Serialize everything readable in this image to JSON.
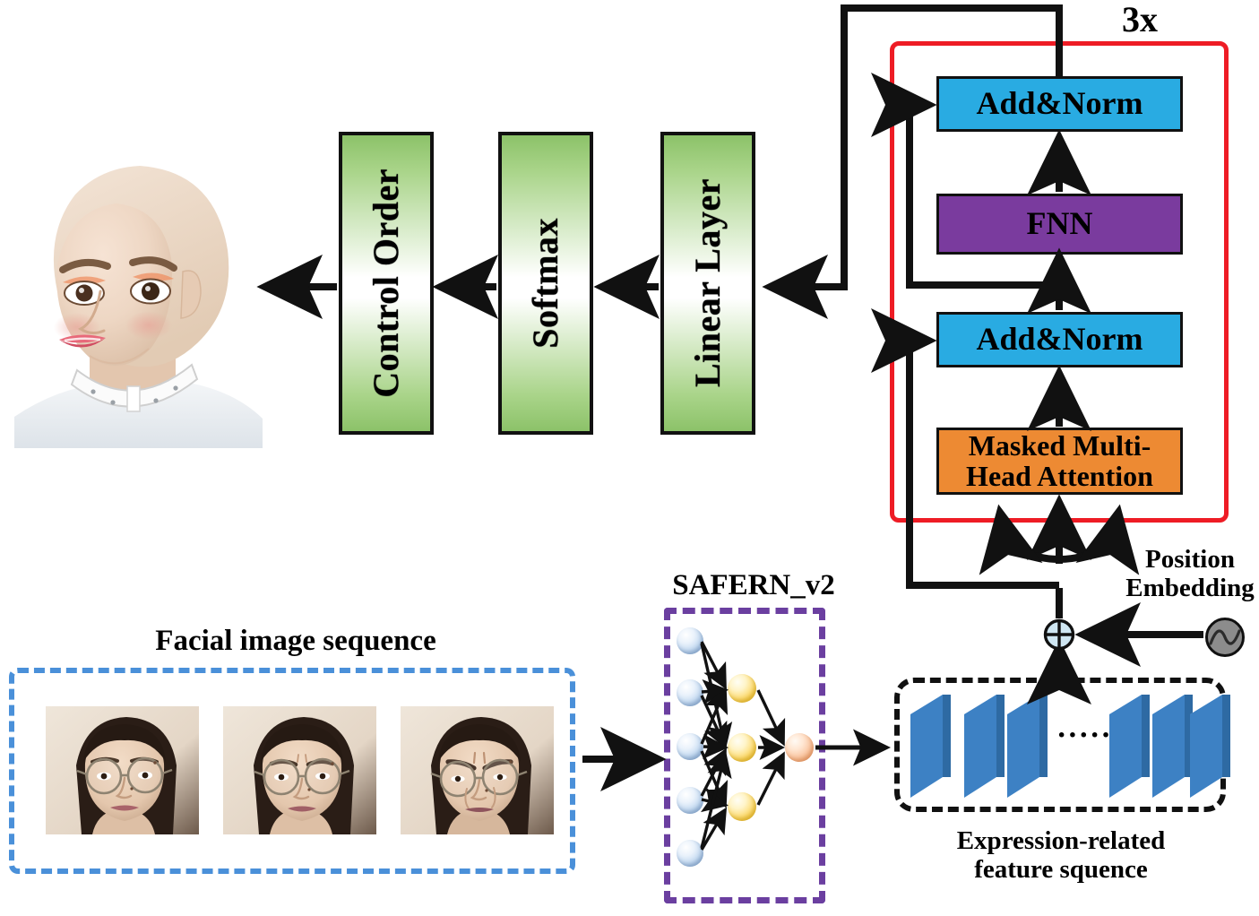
{
  "diagram": {
    "title": "SAFERN_v2 facial-expression-driven transformer control architecture",
    "repeat_label": "3x"
  },
  "pipeline_boxes": [
    {
      "id": "control-order",
      "label": "Control Order",
      "color": "#8cc269"
    },
    {
      "id": "softmax",
      "label": "Softmax",
      "color": "#8cc269"
    },
    {
      "id": "linear-layer",
      "label": "Linear Layer",
      "color": "#8cc269"
    }
  ],
  "transformer": {
    "repeat_label": "3x",
    "frame_color": "#ee1c25",
    "blocks": [
      {
        "id": "add-norm-top",
        "label": "Add&Norm",
        "color": "#29abe2"
      },
      {
        "id": "fnn",
        "label": "FNN",
        "color": "#7a3b9e"
      },
      {
        "id": "add-norm-bottom",
        "label": "Add&Norm",
        "color": "#29abe2"
      },
      {
        "id": "mha",
        "label": "Masked Multi-\nHead Attention",
        "color": "#ed8a33",
        "line1": "Masked Multi-",
        "line2": "Head Attention"
      }
    ]
  },
  "position_embedding": {
    "label_line1": "Position",
    "label_line2": "Embedding",
    "operator": "⊕",
    "source_color": "#8c8c8c"
  },
  "safern": {
    "label": "SAFERN_v2",
    "border_color": "#6b3fa0",
    "input_nodes": 5,
    "hidden_nodes": 3,
    "output_nodes": 1,
    "input_color": "#b9d3ee",
    "hidden_color": "#fbd253",
    "output_color": "#f7b98e"
  },
  "feature_sequence": {
    "caption_line1": "Expression-related",
    "caption_line2": "feature squence",
    "slab_color": "#3d81c4",
    "slab_count": 6,
    "ellipsis": "······"
  },
  "facial_sequence": {
    "caption": "Facial image sequence",
    "border_color": "#4a90d9",
    "frame_count": 3,
    "frames": [
      {
        "id": "frame-1",
        "expression": "neutral"
      },
      {
        "id": "frame-2",
        "expression": "slight-frown"
      },
      {
        "id": "frame-3",
        "expression": "frown"
      }
    ]
  },
  "robot": {
    "id": "humanoid-robot-head",
    "description": "Humanoid robot head with silicone face and neck actuator collar"
  }
}
